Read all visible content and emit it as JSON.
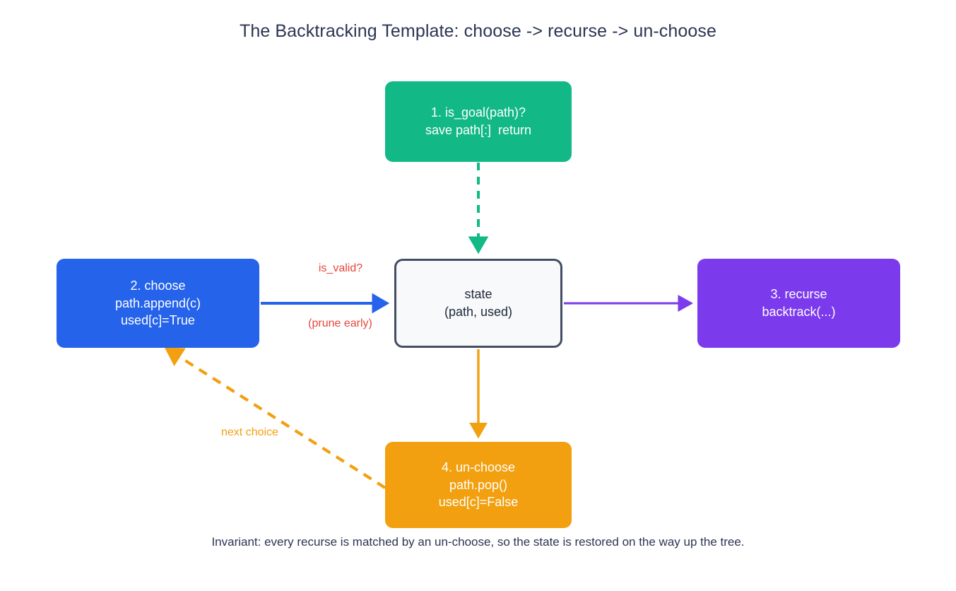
{
  "title": "The Backtracking Template: choose -> recurse -> un-choose",
  "footer": "Invariant: every recurse is matched by an un-choose, so the state is restored on the way up the tree.",
  "colors": {
    "goal_green": "#12b886",
    "choose_blue": "#2563eb",
    "recurse_purple": "#7c3aed",
    "unchoose_orange": "#f2a00f",
    "state_border": "#434d63",
    "state_fill": "#f7f9fb",
    "label_red": "#e8453c",
    "text_dark": "#2b3553"
  },
  "nodes": {
    "goal": {
      "line1": "1. is_goal(path)?",
      "line2": "save path[:]  return"
    },
    "choose": {
      "line1": "2. choose",
      "line2": "path.append(c)",
      "line3": "used[c]=True"
    },
    "state": {
      "line1": "state",
      "line2": "(path, used)"
    },
    "recurse": {
      "line1": "3. recurse",
      "line2": "backtrack(...)"
    },
    "unchoose": {
      "line1": "4. un-choose",
      "line2": "path.pop()",
      "line3": "used[c]=False"
    }
  },
  "edges": {
    "goal_to_state": {
      "label": "",
      "style": "dashed",
      "color": "#12b886"
    },
    "choose_to_state": {
      "label_above": "is_valid?",
      "label_below": "(prune early)",
      "style": "solid",
      "color": "#2563eb"
    },
    "state_to_recurse": {
      "label": "",
      "style": "solid",
      "color": "#7c3aed"
    },
    "state_to_unchoose": {
      "label": "",
      "style": "solid",
      "color": "#f2a00f"
    },
    "unchoose_to_choose": {
      "label": "next choice",
      "style": "dashed",
      "color": "#f2a00f"
    }
  }
}
